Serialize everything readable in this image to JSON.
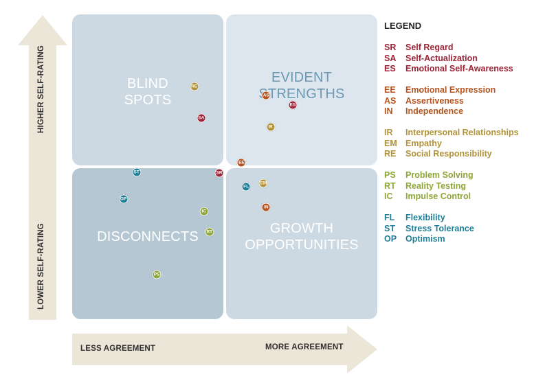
{
  "quadrants": {
    "top_left": "BLIND\nSPOTS",
    "top_right": "EVIDENT\nSTRENGTHS",
    "bottom_left": "DISCONNECTS",
    "bottom_right": "GROWTH\nOPPORTUNITIES"
  },
  "axes": {
    "y_high": "HIGHER SELF-RATING",
    "y_low": "LOWER SELF-RATING",
    "x_low": "LESS AGREEMENT",
    "x_high": "MORE AGREEMENT"
  },
  "colors": {
    "red": "#9b2335",
    "orange": "#b5541e",
    "gold": "#b0923a",
    "green": "#8ea637",
    "teal": "#1f7d96"
  },
  "chart_data": {
    "type": "scatter",
    "points": [
      {
        "code": "RE",
        "color": "gold",
        "x": 0.4,
        "y": 0.764
      },
      {
        "code": "SA",
        "color": "red",
        "x": 0.423,
        "y": 0.659
      },
      {
        "code": "AS",
        "color": "orange",
        "x": 0.636,
        "y": 0.734
      },
      {
        "code": "ES",
        "color": "red",
        "x": 0.723,
        "y": 0.702
      },
      {
        "code": "IR",
        "color": "gold",
        "x": 0.65,
        "y": 0.63
      },
      {
        "code": "EE",
        "color": "orange",
        "x": 0.555,
        "y": 0.514
      },
      {
        "code": "ST",
        "color": "teal",
        "x": 0.211,
        "y": 0.482
      },
      {
        "code": "SR",
        "color": "red",
        "x": 0.482,
        "y": 0.479
      },
      {
        "code": "FL",
        "color": "teal",
        "x": 0.57,
        "y": 0.434
      },
      {
        "code": "EM",
        "color": "gold",
        "x": 0.627,
        "y": 0.446
      },
      {
        "code": "OP",
        "color": "teal",
        "x": 0.168,
        "y": 0.395
      },
      {
        "code": "IC",
        "color": "green",
        "x": 0.432,
        "y": 0.354
      },
      {
        "code": "IN",
        "color": "orange",
        "x": 0.636,
        "y": 0.367
      },
      {
        "code": "RT",
        "color": "green",
        "x": 0.45,
        "y": 0.286
      },
      {
        "code": "PS",
        "color": "green",
        "x": 0.277,
        "y": 0.146
      }
    ]
  },
  "legend": {
    "title": "LEGEND",
    "items": [
      {
        "code": "SR",
        "label": "Self Regard",
        "color": "red"
      },
      {
        "code": "SA",
        "label": "Self-Actualization",
        "color": "red"
      },
      {
        "code": "ES",
        "label": "Emotional Self-Awareness",
        "color": "red"
      },
      {
        "code": "EE",
        "label": "Emotional Expression",
        "color": "orange"
      },
      {
        "code": "AS",
        "label": "Assertiveness",
        "color": "orange"
      },
      {
        "code": "IN",
        "label": "Independence",
        "color": "orange"
      },
      {
        "code": "IR",
        "label": "Interpersonal Relationships",
        "color": "gold"
      },
      {
        "code": "EM",
        "label": "Empathy",
        "color": "gold"
      },
      {
        "code": "RE",
        "label": "Social Responsibility",
        "color": "gold"
      },
      {
        "code": "PS",
        "label": "Problem Solving",
        "color": "green"
      },
      {
        "code": "RT",
        "label": "Reality Testing",
        "color": "green"
      },
      {
        "code": "IC",
        "label": "Impulse Control",
        "color": "green"
      },
      {
        "code": "FL",
        "label": "Flexibility",
        "color": "teal"
      },
      {
        "code": "ST",
        "label": "Stress Tolerance",
        "color": "teal"
      },
      {
        "code": "OP",
        "label": "Optimism",
        "color": "teal"
      }
    ]
  }
}
